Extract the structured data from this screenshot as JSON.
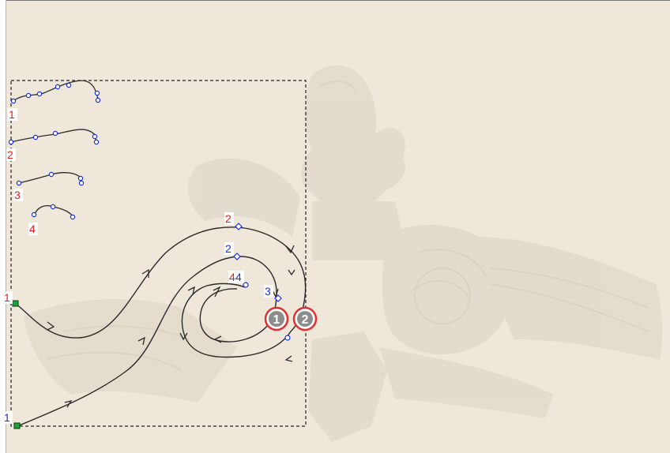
{
  "colors": {
    "background": "#eee7da",
    "relief": "#e2dacb",
    "curve": "#2b2b2b",
    "node": "#1b2fe0",
    "label_red": "#e02020",
    "label_blue": "#1b2fe0",
    "badge_ring": "#e03030",
    "badge_fill": "#8c8c8c",
    "start_node": "#1aa43a"
  },
  "profiles": [
    {
      "label": "1"
    },
    {
      "label": "2"
    },
    {
      "label": "3"
    },
    {
      "label": "4"
    }
  ],
  "rails": [
    {
      "start_label": "1",
      "end_label": "2"
    },
    {
      "start_label": "1",
      "end_label": "2"
    }
  ],
  "inner_labels": {
    "spiral_1_top": "2",
    "spiral_1_end": "3",
    "spiral_1_center": "4",
    "spiral_2_center": "4"
  },
  "endpoint_badges": [
    {
      "number": "1"
    },
    {
      "number": "2"
    }
  ]
}
